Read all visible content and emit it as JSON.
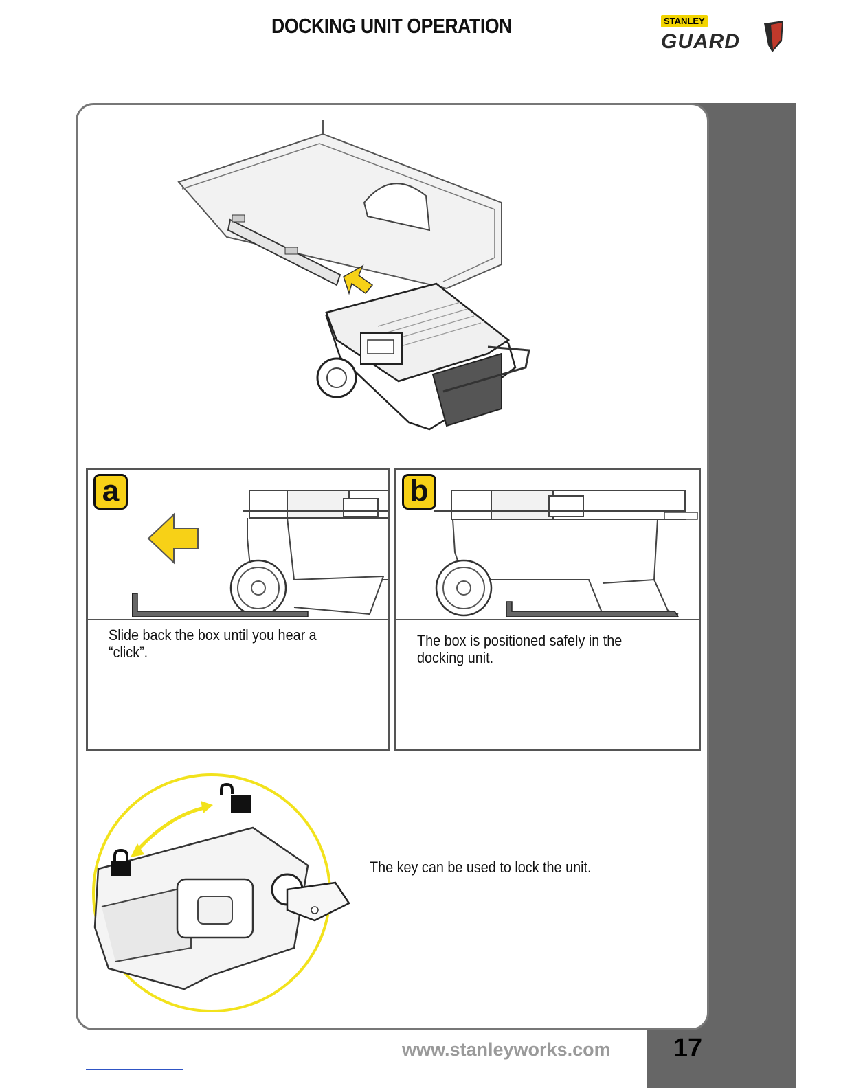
{
  "page": {
    "title": "DOCKING UNIT OPERATION",
    "page_number": "17",
    "footer_url": "www.stanleyworks.com"
  },
  "logo": {
    "brand": "STANLEY",
    "product": "GUARD"
  },
  "colors": {
    "accent_yellow": "#f7d117",
    "sidebar_gray": "#666666",
    "frame_gray": "#777777"
  },
  "steps": [
    {
      "badge": "a",
      "text": "Slide back the box until you hear a “click”."
    },
    {
      "badge": "b",
      "text": "The box is positioned safely in the docking unit."
    }
  ],
  "lock_section": {
    "text": "The key can be used to lock the unit.",
    "icons": [
      "lock-closed-icon",
      "lock-open-icon"
    ]
  }
}
